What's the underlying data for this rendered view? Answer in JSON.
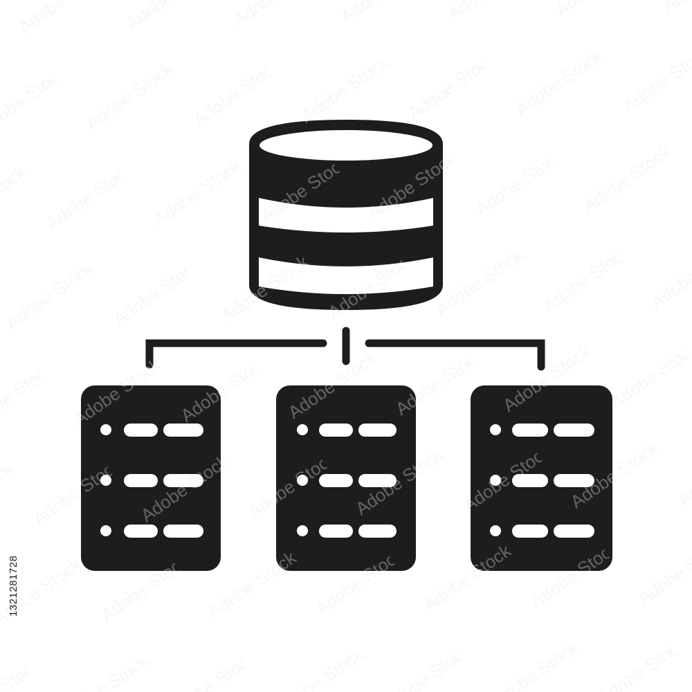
{
  "illustration": {
    "subject": "database-network-icon",
    "ink_color": "#1d1d1f",
    "background_color": "#ffffff",
    "icons": {
      "central": "database-cylinder-icon",
      "servers": [
        "server-rack-icon",
        "server-rack-icon",
        "server-rack-icon"
      ],
      "links": "connector-lines"
    }
  },
  "stock": {
    "id": "1321281728",
    "watermark_text": "Adobe Stock"
  }
}
